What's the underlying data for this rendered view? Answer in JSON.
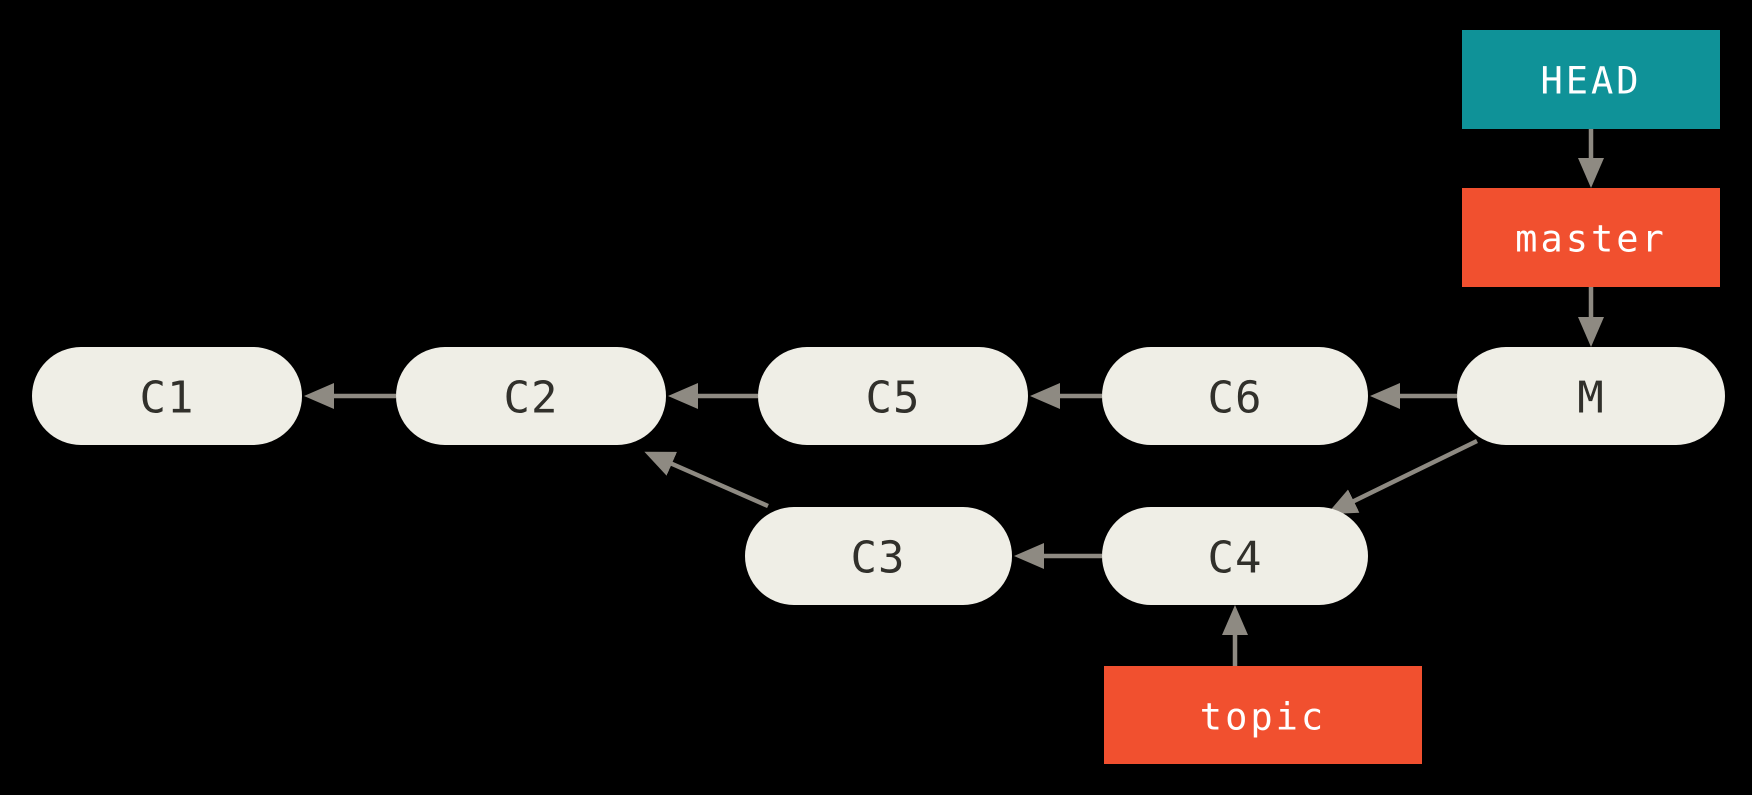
{
  "diagram": {
    "title": "git-history-graph-after-merge",
    "type": "git-commit-graph",
    "colors": {
      "background": "#000000",
      "commit_fill": "#EFEEE6",
      "commit_text": "#31302B",
      "branch_fill": "#F1502F",
      "head_fill": "#0F9298",
      "ref_text": "#FFFFFF",
      "arrow": "#8E8A82"
    },
    "nodes": {
      "c1": {
        "label": "C1"
      },
      "c2": {
        "label": "C2"
      },
      "c5": {
        "label": "C5"
      },
      "c6": {
        "label": "C6"
      },
      "m": {
        "label": "M"
      },
      "c3": {
        "label": "C3"
      },
      "c4": {
        "label": "C4"
      }
    },
    "refs": {
      "head": {
        "label": "HEAD",
        "points_to": "master"
      },
      "master": {
        "label": "master",
        "points_to": "M"
      },
      "topic": {
        "label": "topic",
        "points_to": "C4"
      }
    },
    "edges": [
      {
        "from": "C2",
        "to": "C1"
      },
      {
        "from": "C5",
        "to": "C2"
      },
      {
        "from": "C6",
        "to": "C5"
      },
      {
        "from": "M",
        "to": "C6"
      },
      {
        "from": "M",
        "to": "C4"
      },
      {
        "from": "C3",
        "to": "C2"
      },
      {
        "from": "C4",
        "to": "C3"
      },
      {
        "from": "HEAD",
        "to": "master"
      },
      {
        "from": "master",
        "to": "M"
      },
      {
        "from": "topic",
        "to": "C4"
      }
    ]
  }
}
